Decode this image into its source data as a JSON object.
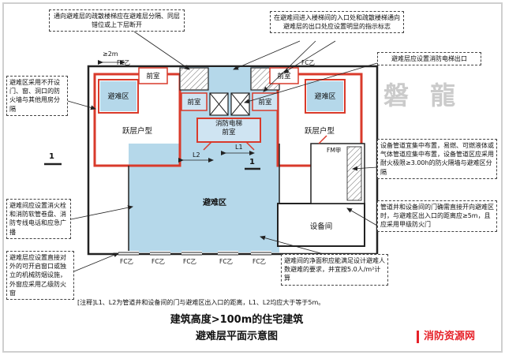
{
  "watermark": "磐 龍",
  "brand": {
    "name": "消防资源网"
  },
  "title": {
    "line1": "建筑高度>100m的住宅建筑",
    "line2": "避难层平面示意图"
  },
  "note": "[注释]L1、L2为管道井和设备间的门与避难区出入口的距离，L1、L2均应大于等于5m。",
  "annotations": {
    "stair_separation": "通向避难层的疏散楼梯应在避难层分隔、同层错位或上下层断开",
    "signage": "在避难间进入楼梯间的入口处和疏散楼梯通向避难层的出口处应设置明显的指示标志",
    "fire_elevator_exit": "避难层应设置消防电梯出口",
    "firewall_separation": "避难区采用不开设门、窗、洞口的防火墙与其他用房分隔",
    "hydrant_broadcast": "避难间应设置消火栓和消防软管卷盘、消防专线电话和应急广播",
    "openable_window": "避难层应设置直接对外的可开启窗口或独立的机械防烟设施，外窗应采用乙级防火窗",
    "equipment_pipes": "设备管道宜集中布置，易燃、可燃液体或气体管道应集中布置，设备管道区应采用耐火极限≥3.00h的防火隔墙与避难区分隔",
    "pipe_shaft_doors": "管道井和设备间的门确需直接开向避难区时，与避难区出入口的距离应≥5m，且应采用甲级防火门",
    "net_area": "避难间的净面积应能满足设计避难人数避难的要求，并宜按5.0人/m²计算"
  },
  "plan": {
    "front_room": "前室",
    "fire_elevator_front_room": "消防电梯\n前室",
    "refuge_area": "避难区",
    "duplex_unit": "跃层户型",
    "equipment_room": "设备间",
    "fire_window_b": "FC乙",
    "fire_door_a": "FM甲",
    "dim_l1": "L1",
    "dim_l2": "L2",
    "dim_2m": "≥2m",
    "section_mark": "1"
  },
  "colors": {
    "refuge_fill": "#b5d8ea",
    "firewall_red": "#d93a2b",
    "brand_red": "#e62129"
  }
}
